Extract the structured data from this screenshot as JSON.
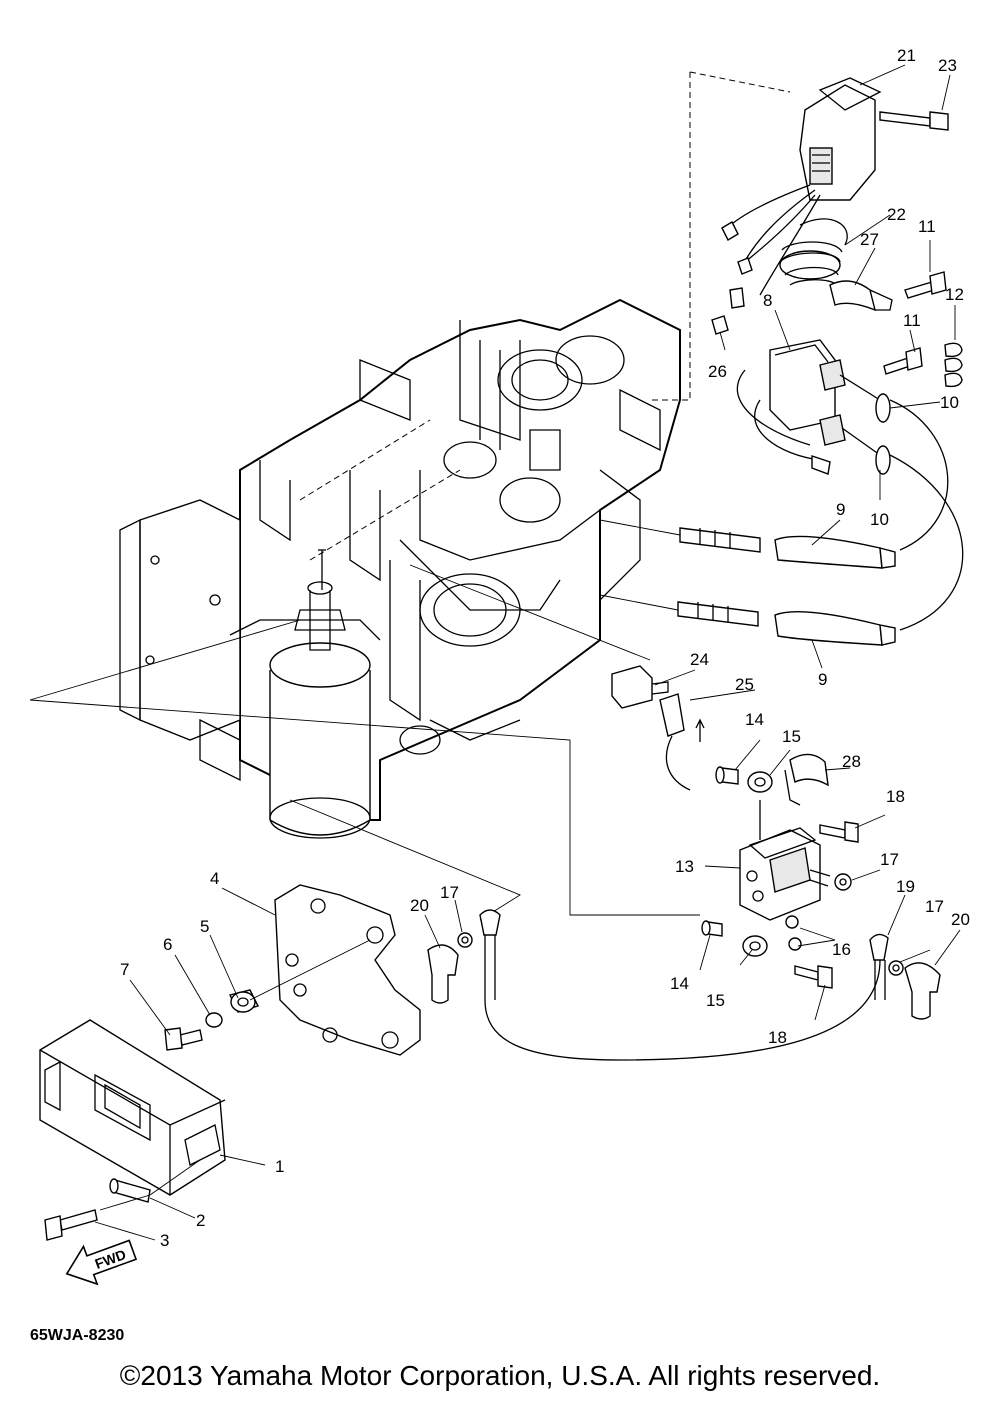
{
  "diagram": {
    "drawing_code": "65WJA-8230",
    "fwd_label": "FWD",
    "copyright": "©2013 Yamaha Motor Corporation, U.S.A. All rights reserved."
  },
  "callouts": [
    {
      "id": "c1",
      "text": "1"
    },
    {
      "id": "c2",
      "text": "2"
    },
    {
      "id": "c3",
      "text": "3"
    },
    {
      "id": "c4",
      "text": "4"
    },
    {
      "id": "c5",
      "text": "5"
    },
    {
      "id": "c6",
      "text": "6"
    },
    {
      "id": "c7",
      "text": "7"
    },
    {
      "id": "c8",
      "text": "8"
    },
    {
      "id": "c9a",
      "text": "9"
    },
    {
      "id": "c9b",
      "text": "9"
    },
    {
      "id": "c10a",
      "text": "10"
    },
    {
      "id": "c10b",
      "text": "10"
    },
    {
      "id": "c11a",
      "text": "11"
    },
    {
      "id": "c11b",
      "text": "11"
    },
    {
      "id": "c12",
      "text": "12"
    },
    {
      "id": "c13",
      "text": "13"
    },
    {
      "id": "c14a",
      "text": "14"
    },
    {
      "id": "c14b",
      "text": "14"
    },
    {
      "id": "c15a",
      "text": "15"
    },
    {
      "id": "c15b",
      "text": "15"
    },
    {
      "id": "c16",
      "text": "16"
    },
    {
      "id": "c17a",
      "text": "17"
    },
    {
      "id": "c17b",
      "text": "17"
    },
    {
      "id": "c17c",
      "text": "17"
    },
    {
      "id": "c18a",
      "text": "18"
    },
    {
      "id": "c18b",
      "text": "18"
    },
    {
      "id": "c19",
      "text": "19"
    },
    {
      "id": "c20a",
      "text": "20"
    },
    {
      "id": "c20b",
      "text": "20"
    },
    {
      "id": "c21",
      "text": "21"
    },
    {
      "id": "c22",
      "text": "22"
    },
    {
      "id": "c23",
      "text": "23"
    },
    {
      "id": "c24",
      "text": "24"
    },
    {
      "id": "c25",
      "text": "25"
    },
    {
      "id": "c26",
      "text": "26"
    },
    {
      "id": "c27",
      "text": "27"
    },
    {
      "id": "c28",
      "text": "28"
    }
  ]
}
